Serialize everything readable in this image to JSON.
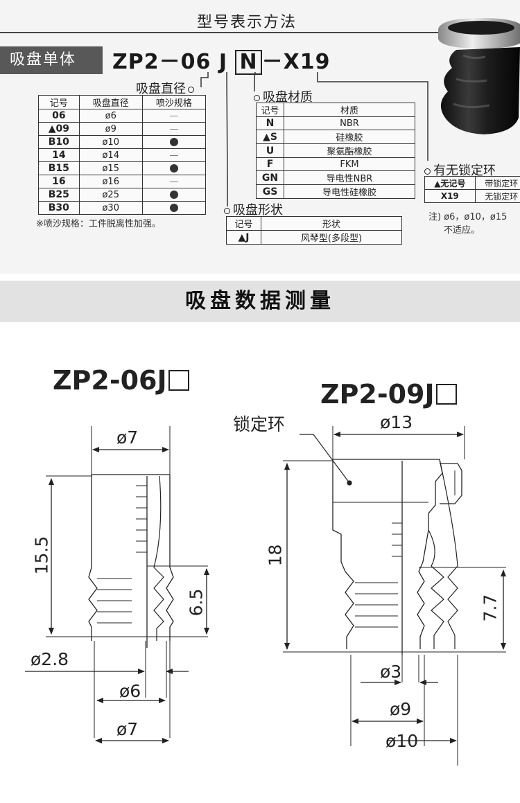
{
  "header": {
    "title": "型号表示方法",
    "model_label": "吸盘单体",
    "model_code": {
      "prefix": "ZP2",
      "sep1": "－",
      "size": "06",
      "shape": "J",
      "material": "N",
      "sep2": "－",
      "option": "X19"
    }
  },
  "diameter_section": {
    "label": "吸盘直径",
    "columns": [
      "记号",
      "吸盘直径",
      "喷沙规格"
    ],
    "rows": [
      {
        "code": "06",
        "mark": "",
        "diameter": "ø6",
        "sand": "—"
      },
      {
        "code": "09",
        "mark": "▲",
        "diameter": "ø9",
        "sand": "—"
      },
      {
        "code": "B10",
        "mark": "",
        "diameter": "ø10",
        "sand": "●"
      },
      {
        "code": "14",
        "mark": "",
        "diameter": "ø14",
        "sand": "—"
      },
      {
        "code": "B15",
        "mark": "",
        "diameter": "ø15",
        "sand": "●"
      },
      {
        "code": "16",
        "mark": "",
        "diameter": "ø16",
        "sand": "—"
      },
      {
        "code": "B25",
        "mark": "",
        "diameter": "ø25",
        "sand": "●"
      },
      {
        "code": "B30",
        "mark": "",
        "diameter": "ø30",
        "sand": "●"
      }
    ],
    "note": "※喷沙规格：工件脱离性加强。"
  },
  "material_section": {
    "label": "吸盘材质",
    "columns": [
      "记号",
      "材质"
    ],
    "rows": [
      {
        "code": "N",
        "mark": "",
        "material": "NBR"
      },
      {
        "code": "S",
        "mark": "▲",
        "material": "硅橡胶"
      },
      {
        "code": "U",
        "mark": "",
        "material": "聚氨酯橡胶"
      },
      {
        "code": "F",
        "mark": "",
        "material": "FKM"
      },
      {
        "code": "GN",
        "mark": "",
        "material": "导电性NBR"
      },
      {
        "code": "GS",
        "mark": "",
        "material": "导电性硅橡胶"
      }
    ]
  },
  "shape_section": {
    "label": "吸盘形状",
    "columns": [
      "记号",
      "形状"
    ],
    "rows": [
      {
        "code": "J",
        "mark": "▲",
        "shape": "风琴型(多段型)"
      }
    ]
  },
  "lock_section": {
    "label": "有无锁定环",
    "rows": [
      {
        "code": "无记号",
        "mark": "▲",
        "desc": "带锁定环"
      },
      {
        "code": "X19",
        "mark": "",
        "desc": "无锁定环"
      }
    ],
    "note_line1": "注) ø6，ø10，ø15",
    "note_line2": "不适应。"
  },
  "band": {
    "title": "吸盘数据测量"
  },
  "drawing_left": {
    "title": "ZP2-06J",
    "dims": {
      "top_width": "ø7",
      "height": "15.5",
      "bellows_height": "6.5",
      "hole": "ø2.8",
      "inner": "ø6",
      "outer": "ø7"
    }
  },
  "drawing_right": {
    "title": "ZP2-09J",
    "lock_ring_label": "锁定环",
    "dims": {
      "top_width": "ø13",
      "height": "18",
      "bellows_height": "7.7",
      "hole": "ø3",
      "inner": "ø9",
      "outer": "ø10"
    }
  },
  "colors": {
    "top_bg": "#f4f4f4",
    "label_bg": "#585858",
    "band_bg": "#e2e2e2",
    "line": "#222222"
  }
}
